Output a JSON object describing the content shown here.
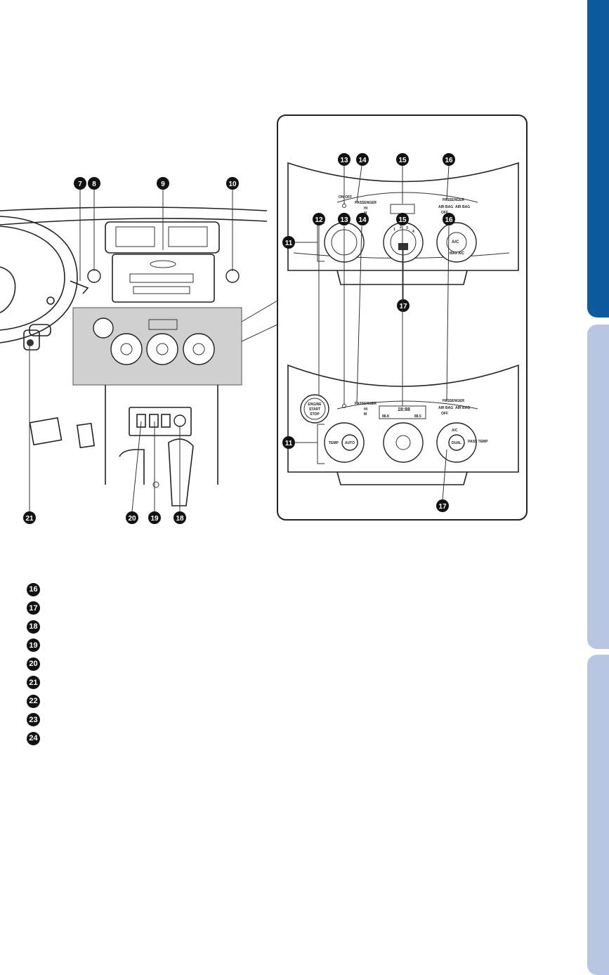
{
  "left_labels": {
    "n7": "7",
    "n8": "8",
    "n9": "9",
    "n10": "10",
    "n21": "21",
    "n20": "20",
    "n19": "19",
    "n18": "18"
  },
  "panel_top_labels": {
    "n13": "13",
    "n14": "14",
    "n15": "15",
    "n16": "16",
    "n11": "11",
    "n17": "17"
  },
  "panel_top_text": {
    "on_off": "ON·OFF",
    "passenger": "PASSENGER",
    "hi": "HI",
    "m": "M",
    "airbag_left": "AIR BAG",
    "airbag_right": "AIR BAG",
    "off": "OFF",
    "ac": "A/C",
    "max_ac": "MAX A/C",
    "fan_1": "1",
    "fan_2": "2",
    "fan_3": "3",
    "fan_4": "4"
  },
  "panel_bottom_labels": {
    "n12": "12",
    "n13": "13",
    "n14": "14",
    "n15": "15",
    "n16": "16",
    "n11": "11",
    "n17": "17"
  },
  "panel_bottom_text": {
    "engine": "ENGINE",
    "start": "START",
    "stop": "STOP",
    "passenger": "PASSENGER",
    "hi": "HI",
    "m": "M",
    "airbag_left": "AIR BAG",
    "airbag_right": "AIR BAG",
    "off": "OFF",
    "clock": "18:88",
    "temp_left": "88.8",
    "temp_right": "88.5",
    "temp_btn": "TEMP",
    "auto": "AUTO",
    "ac": "A/C",
    "dual": "DUAL",
    "pass_temp": "PASS TEMP"
  },
  "list": [
    {
      "num": "16"
    },
    {
      "num": "17"
    },
    {
      "num": "18"
    },
    {
      "num": "19"
    },
    {
      "num": "20"
    },
    {
      "num": "21"
    },
    {
      "num": "22"
    },
    {
      "num": "23"
    },
    {
      "num": "24"
    }
  ]
}
